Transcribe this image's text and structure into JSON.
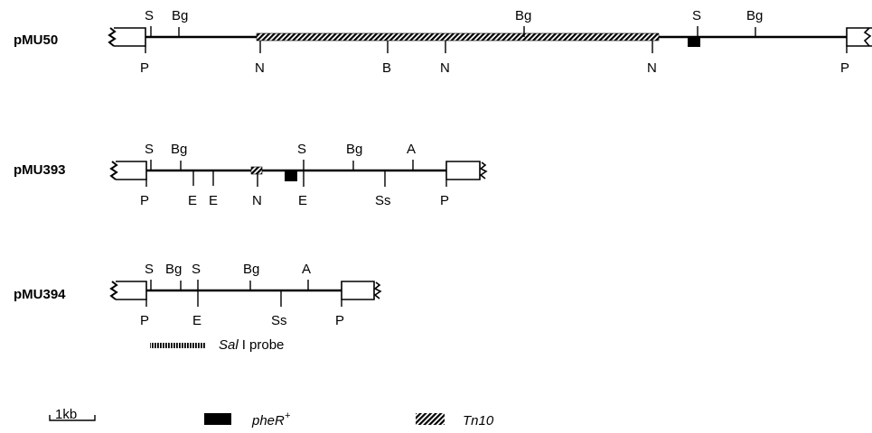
{
  "plasmids": [
    {
      "name": "pMU50",
      "sites_above": [
        {
          "label": "S"
        },
        {
          "label": "Bg"
        },
        {
          "label": "Bg"
        },
        {
          "label": "S"
        },
        {
          "label": "Bg"
        }
      ],
      "sites_below": [
        {
          "label": "P"
        },
        {
          "label": "N"
        },
        {
          "label": "B"
        },
        {
          "label": "N"
        },
        {
          "label": "N"
        },
        {
          "label": "P"
        }
      ]
    },
    {
      "name": "pMU393",
      "sites_above": [
        {
          "label": "S"
        },
        {
          "label": "Bg"
        },
        {
          "label": "S"
        },
        {
          "label": "Bg"
        },
        {
          "label": "A"
        }
      ],
      "sites_below": [
        {
          "label": "P"
        },
        {
          "label": "E"
        },
        {
          "label": "E"
        },
        {
          "label": "N"
        },
        {
          "label": "E"
        },
        {
          "label": "Ss"
        },
        {
          "label": "P"
        }
      ]
    },
    {
      "name": "pMU394",
      "sites_above": [
        {
          "label": "S"
        },
        {
          "label": "Bg"
        },
        {
          "label": "S"
        },
        {
          "label": "Bg"
        },
        {
          "label": "A"
        }
      ],
      "sites_below": [
        {
          "label": "P"
        },
        {
          "label": "E"
        },
        {
          "label": "Ss"
        },
        {
          "label": "P"
        }
      ]
    }
  ],
  "probe": {
    "italic": "Sal",
    "rest": "I  probe"
  },
  "legend": {
    "scale_label": "1kb",
    "pheR_main": "pheR",
    "pheR_sup": "+",
    "tn10": "Tn10"
  },
  "colors": {
    "line": "#000000",
    "background": "#ffffff"
  }
}
